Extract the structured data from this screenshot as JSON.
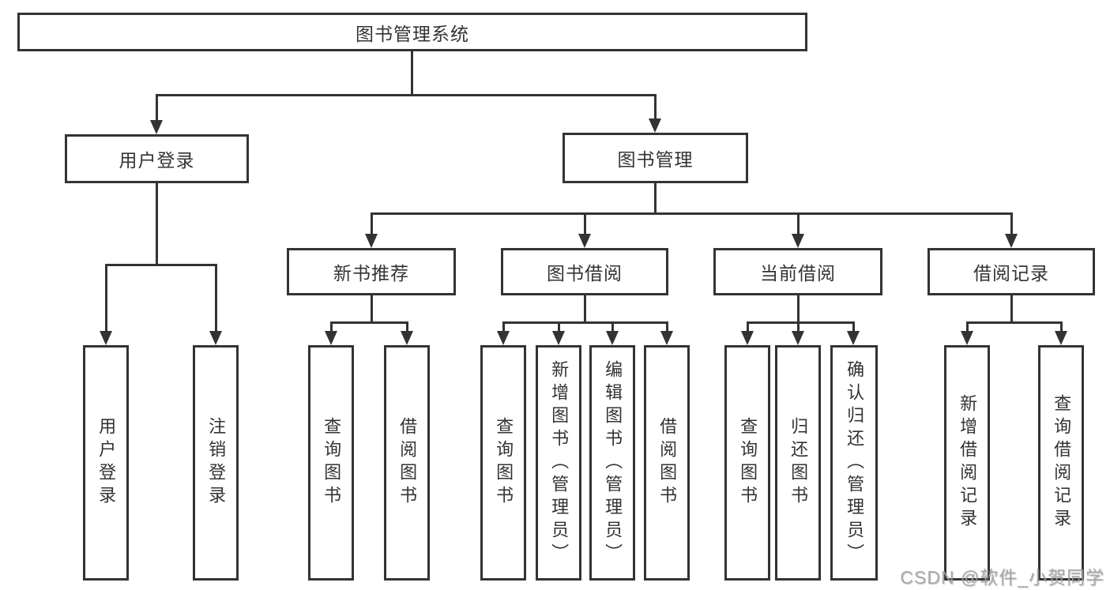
{
  "root": {
    "label": "图书管理系统"
  },
  "level2": [
    {
      "label": "用户登录"
    },
    {
      "label": "图书管理"
    }
  ],
  "level3": [
    {
      "label": "新书推荐"
    },
    {
      "label": "图书借阅"
    },
    {
      "label": "当前借阅"
    },
    {
      "label": "借阅记录"
    }
  ],
  "leaves": [
    {
      "label": "用户登录"
    },
    {
      "label": "注销登录"
    },
    {
      "label": "查询图书"
    },
    {
      "label": "借阅图书"
    },
    {
      "label": "查询图书"
    },
    {
      "label": "新增图书（管理员）"
    },
    {
      "label": "编辑图书（管理员）"
    },
    {
      "label": "借阅图书"
    },
    {
      "label": "查询图书"
    },
    {
      "label": "归还图书"
    },
    {
      "label": "确认归还（管理员）"
    },
    {
      "label": "新增借阅记录"
    },
    {
      "label": "查询借阅记录"
    }
  ],
  "watermark": {
    "text": "CSDN @软件_小贺同学",
    "color": "#a5a0a1"
  },
  "colors": {
    "line": "#333333",
    "text": "#333333",
    "background": "#ffffff"
  }
}
